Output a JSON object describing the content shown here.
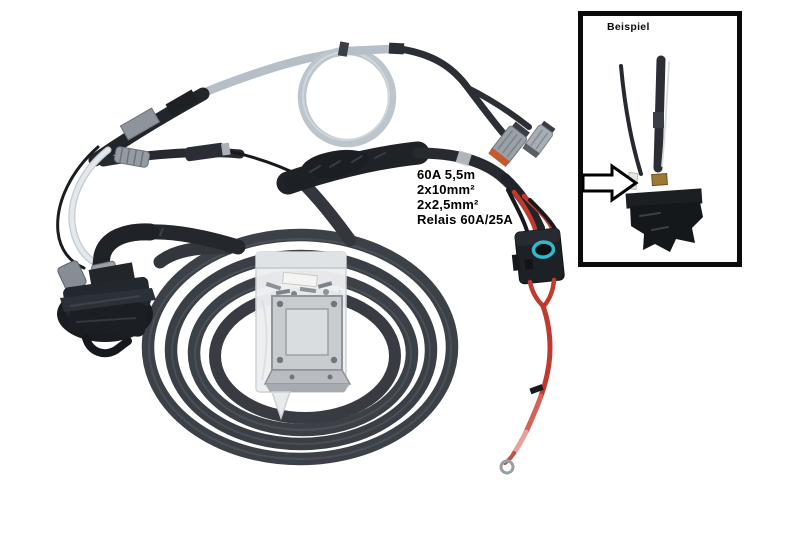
{
  "annotation": {
    "lines": [
      "60A 5,5m",
      "2x10mm²",
      "2x2,5mm²",
      "Relais 60A/25A"
    ]
  },
  "inset": {
    "label": "Beispiel",
    "arrow_icon": "arrow-right-icon"
  },
  "colors": {
    "background": "#ffffff",
    "cable_black": "#2b2f35",
    "cable_coil": "#3c4047",
    "cable_gray": "#b6bfc7",
    "wire_red": "#c23a2e",
    "wire_pink": "#e8a29c",
    "relay_body": "#1d2126",
    "relay_marker_teal": "#2fb9c9",
    "connector_orange": "#c45a30",
    "inset_border": "#0b0b0b",
    "text": "#000000"
  }
}
